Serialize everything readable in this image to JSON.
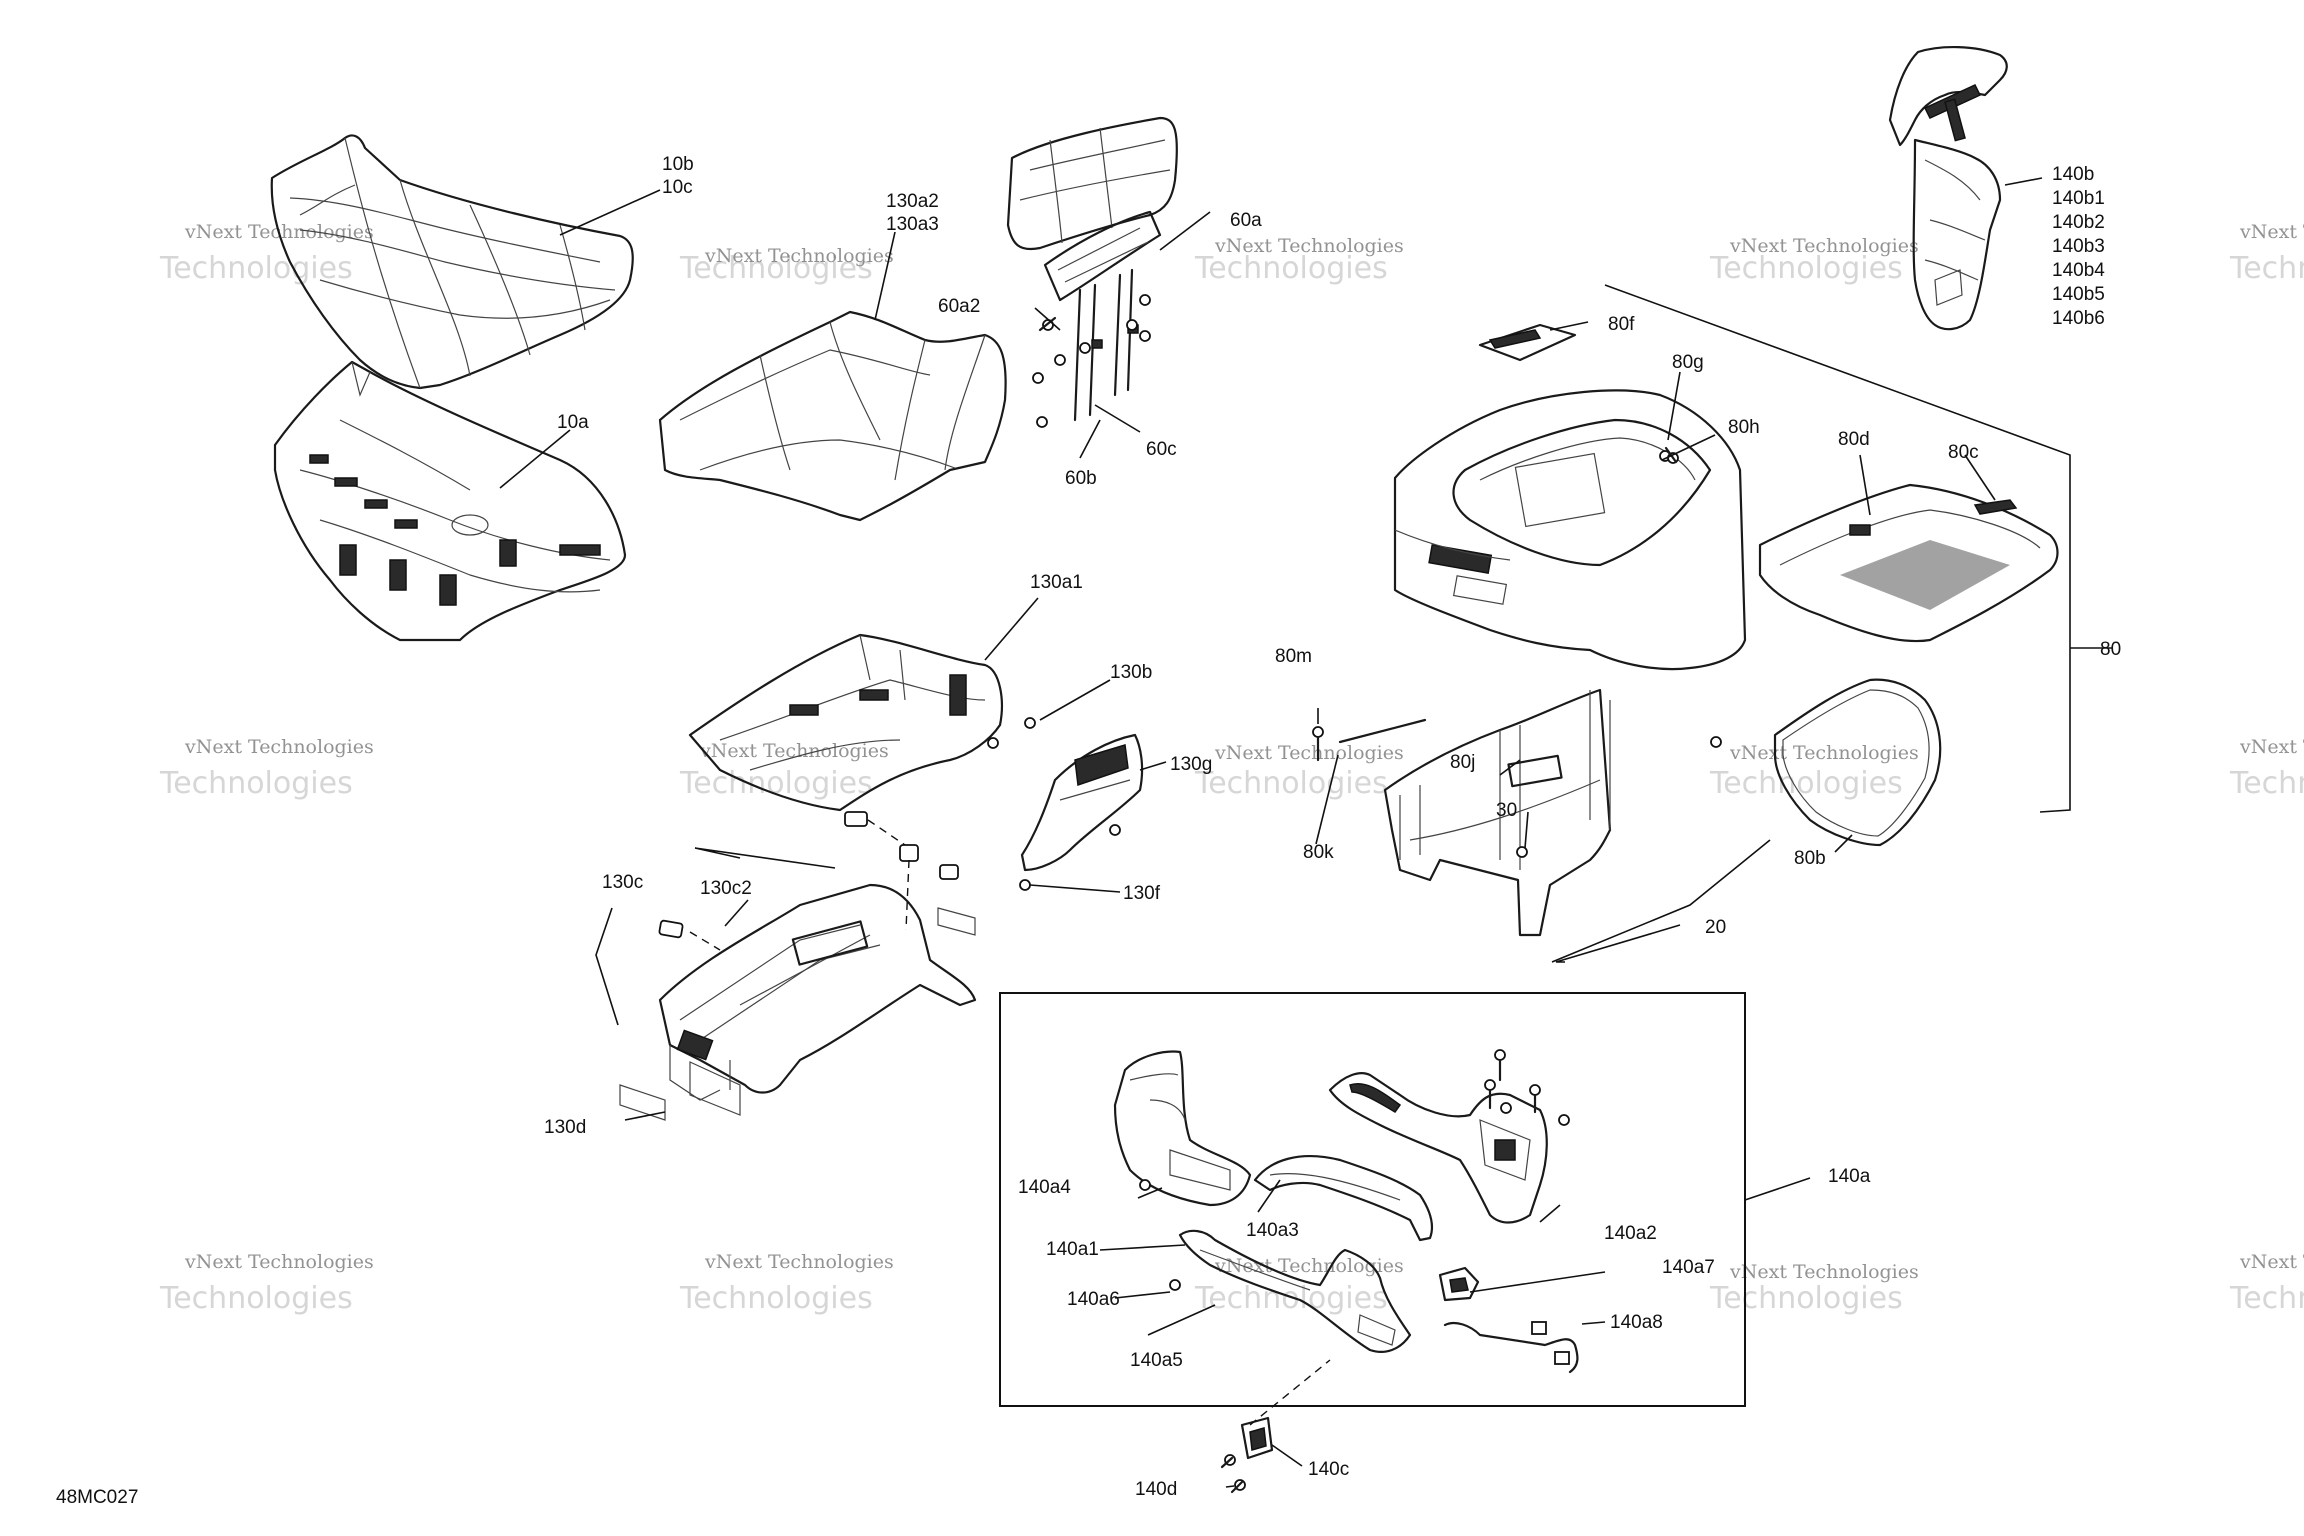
{
  "diagram_id": "48MC027",
  "watermark": {
    "line1": "vNext",
    "line2": "vNext Technologies",
    "line3": "Technologies"
  },
  "labels": {
    "l10b": "10b",
    "l10c": "10c",
    "l10a": "10a",
    "l130a2": "130a2",
    "l130a3": "130a3",
    "l130a1": "130a1",
    "l130b": "130b",
    "l130g": "130g",
    "l130f": "130f",
    "l130c": "130c",
    "l130c2": "130c2",
    "l130d": "130d",
    "l60a": "60a",
    "l60a2": "60a2",
    "l60b": "60b",
    "l60c": "60c",
    "l80f": "80f",
    "l80g": "80g",
    "l80h": "80h",
    "l80d": "80d",
    "l80c": "80c",
    "l80": "80",
    "l80m": "80m",
    "l80j": "80j",
    "l80k": "80k",
    "l80b": "80b",
    "l30": "30",
    "l20": "20",
    "l140b": "140b",
    "l140b1": "140b1",
    "l140b2": "140b2",
    "l140b3": "140b3",
    "l140b4": "140b4",
    "l140b5": "140b5",
    "l140b6": "140b6",
    "l140a": "140a",
    "l140a1": "140a1",
    "l140a2": "140a2",
    "l140a3": "140a3",
    "l140a4": "140a4",
    "l140a5": "140a5",
    "l140a6": "140a6",
    "l140a7": "140a7",
    "l140a8": "140a8",
    "l140c": "140c",
    "l140d": "140d"
  }
}
